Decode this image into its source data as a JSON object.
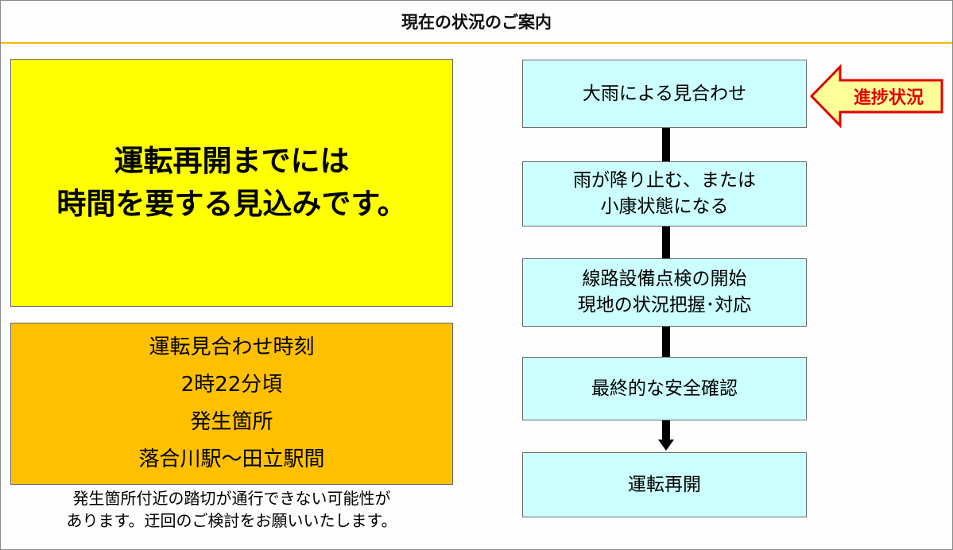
{
  "header": {
    "title": "現在の状況のご案内"
  },
  "main_message": {
    "line1": "運転再開までには",
    "line2": "時間を要する見込みです。"
  },
  "details": {
    "suspension_label": "運転見合わせ時刻",
    "suspension_time": "2時22分頃",
    "location_label": "発生箇所",
    "location_value": "落合川駅～田立駅間"
  },
  "note": {
    "line1": "発生箇所付近の踏切が通行できない可能性が",
    "line2": "あります。迂回のご検討をお願いいたします。"
  },
  "flow": {
    "steps": [
      {
        "line1": "大雨による見合わせ",
        "line2": ""
      },
      {
        "line1": "雨が降り止む、または",
        "line2": "小康状態になる"
      },
      {
        "line1": "線路設備点検の開始",
        "line2": "現地の状況把握･対応"
      },
      {
        "line1": "最終的な安全確認",
        "line2": ""
      },
      {
        "line1": "運転再開",
        "line2": ""
      }
    ],
    "current_step_index": 0
  },
  "progress_indicator": {
    "label": "進捗状況"
  },
  "colors": {
    "main_box": "#ffff00",
    "detail_box": "#ffc000",
    "step_box": "#ccffff",
    "header_rule": "#f2b800",
    "progress_text": "#e00000",
    "progress_arrow_fill": "#ffff99",
    "progress_arrow_stroke": "#e00000"
  }
}
